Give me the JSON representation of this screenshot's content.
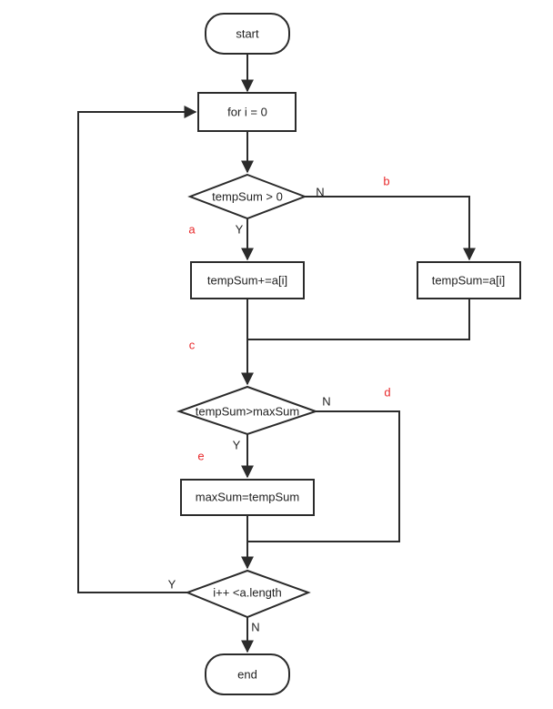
{
  "colors": {
    "stroke": "#2b2b2b",
    "text": "#222222",
    "annotation": "#e8292b"
  },
  "nodes": {
    "start": "start",
    "for_loop": "for i = 0",
    "cond_temp": "tempSum > 0",
    "add_temp": "tempSum+=a[i]",
    "set_temp": "tempSum=a[i]",
    "cond_max": "tempSum>maxSum",
    "set_max": "maxSum=tempSum",
    "cond_loop": "i++ <a.length",
    "end": "end"
  },
  "edge_labels": {
    "cond_temp_no": "N",
    "cond_temp_yes": "Y",
    "cond_max_no": "N",
    "cond_max_yes": "Y",
    "cond_loop_yes": "Y",
    "cond_loop_no": "N"
  },
  "annotations": {
    "a": "a",
    "b": "b",
    "c": "c",
    "d": "d",
    "e": "e"
  }
}
